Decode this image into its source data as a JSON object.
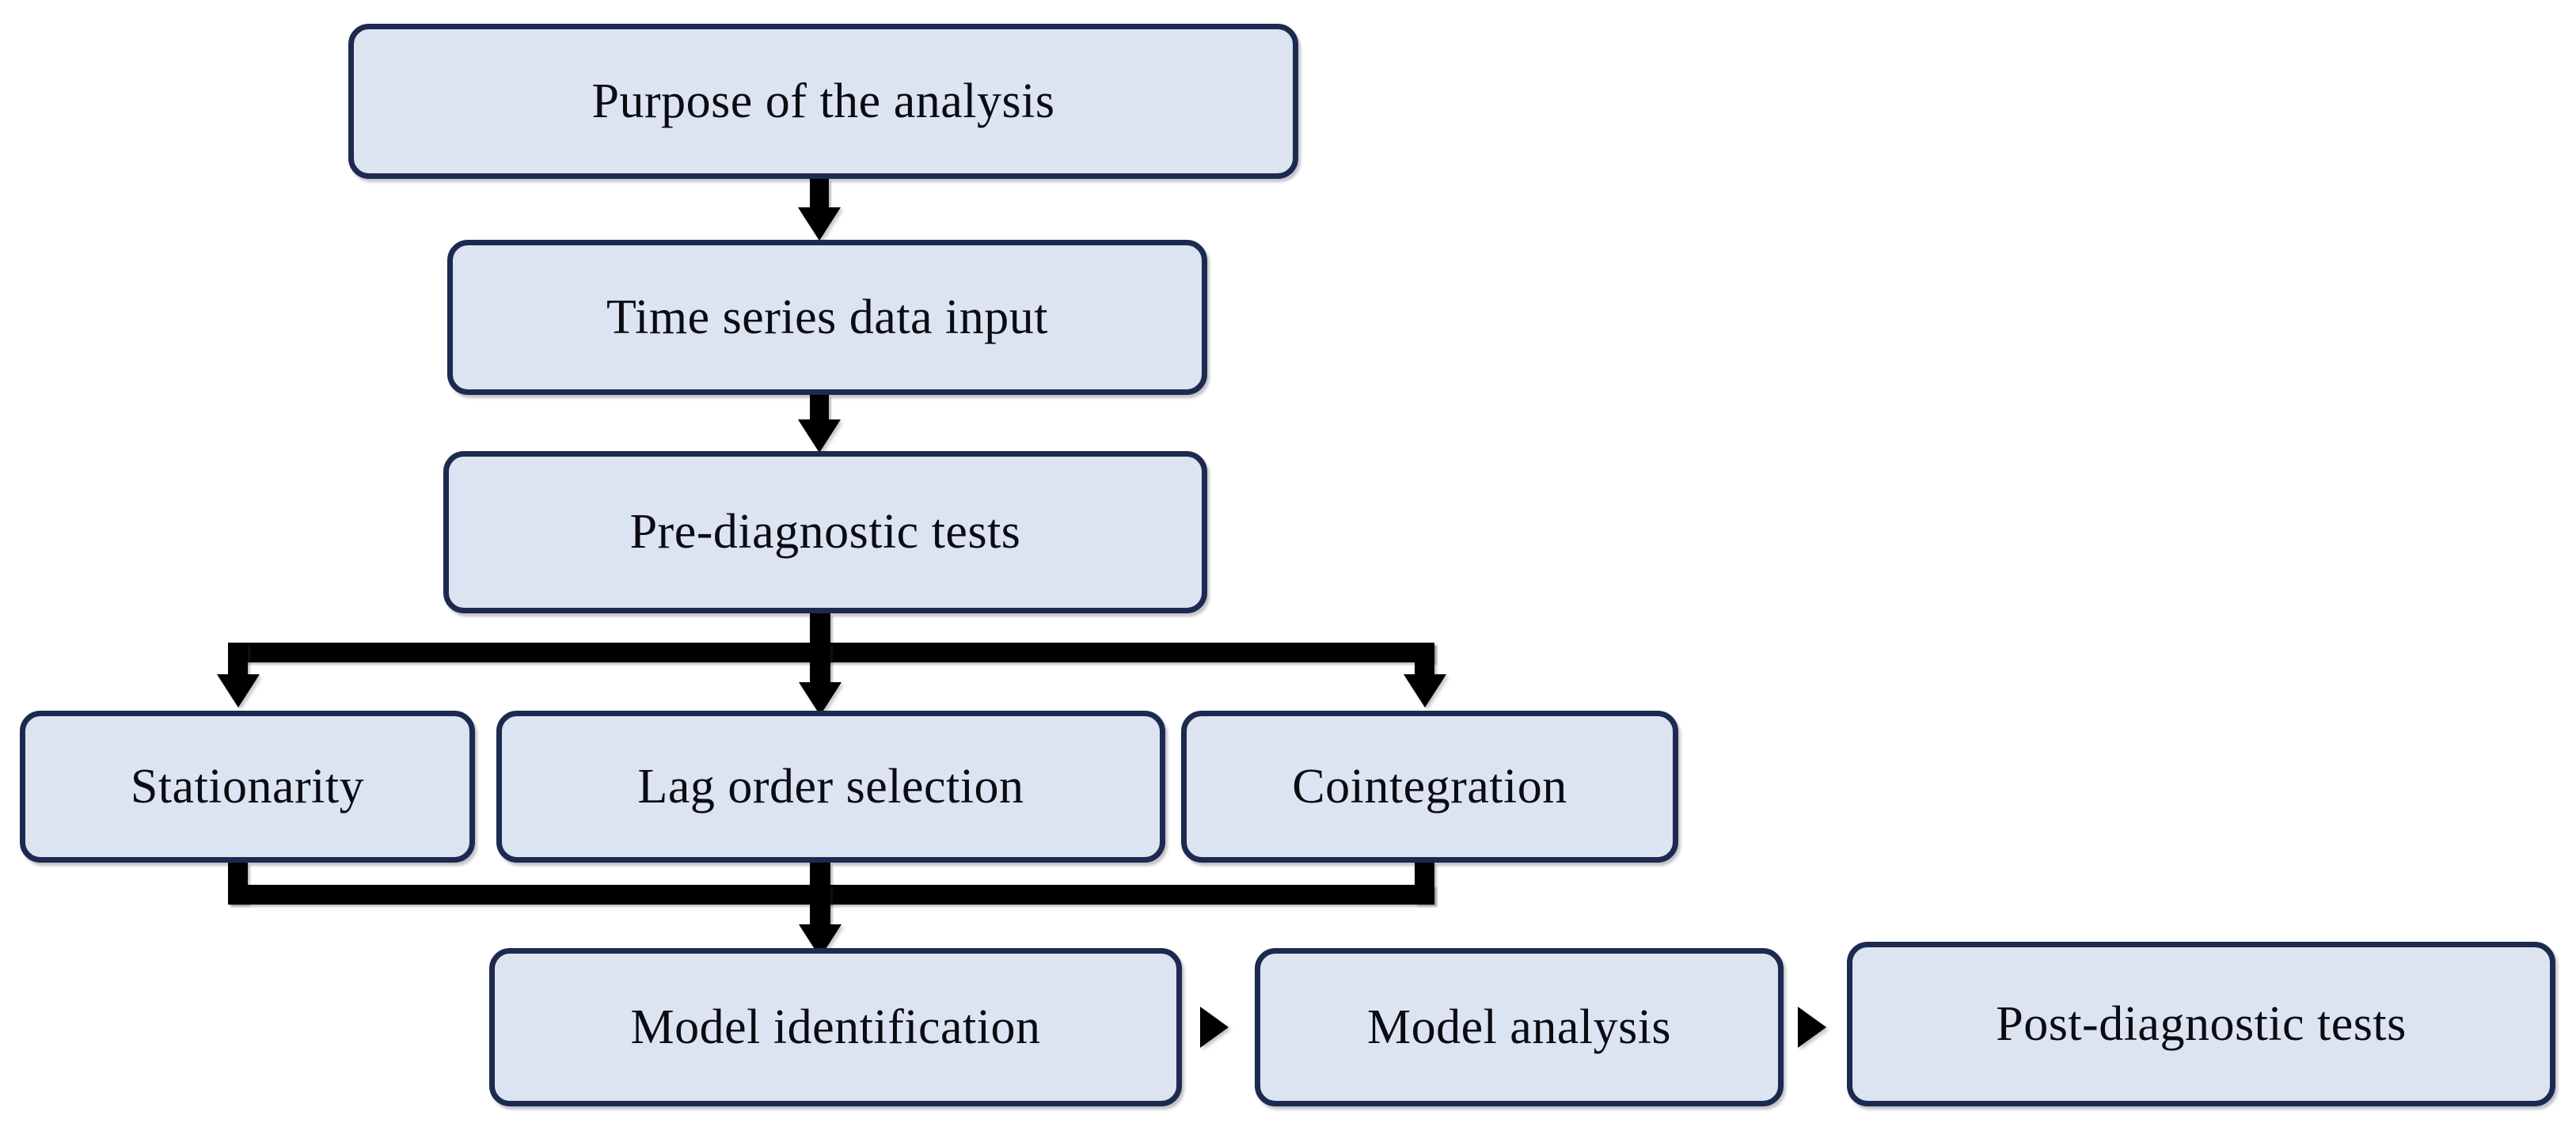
{
  "diagram": {
    "title": "Time series analysis workflow flowchart",
    "colors": {
      "node_fill": "#dce3f1",
      "node_border": "#1d2a50",
      "connector": "#000000",
      "text": "#0b0b12",
      "background": "#ffffff"
    },
    "nodes": [
      {
        "id": "purpose",
        "label": "Purpose of the analysis"
      },
      {
        "id": "data-input",
        "label": "Time series data input"
      },
      {
        "id": "pre-diagnostic",
        "label": "Pre-diagnostic tests"
      },
      {
        "id": "stationarity",
        "label": "Stationarity"
      },
      {
        "id": "lag-order",
        "label": "Lag order selection"
      },
      {
        "id": "cointegration",
        "label": "Cointegration"
      },
      {
        "id": "model-id",
        "label": "Model identification"
      },
      {
        "id": "model-analysis",
        "label": "Model analysis"
      },
      {
        "id": "post-diagnostic",
        "label": "Post-diagnostic tests"
      }
    ],
    "edges": [
      {
        "from": "purpose",
        "to": "data-input",
        "direction": "down"
      },
      {
        "from": "data-input",
        "to": "pre-diagnostic",
        "direction": "down"
      },
      {
        "from": "pre-diagnostic",
        "to": "stationarity",
        "direction": "down-branch-left"
      },
      {
        "from": "pre-diagnostic",
        "to": "lag-order",
        "direction": "down"
      },
      {
        "from": "pre-diagnostic",
        "to": "cointegration",
        "direction": "down-branch-right"
      },
      {
        "from": "stationarity",
        "to": "model-id",
        "direction": "merge-down"
      },
      {
        "from": "lag-order",
        "to": "model-id",
        "direction": "down"
      },
      {
        "from": "cointegration",
        "to": "model-id",
        "direction": "merge-down"
      },
      {
        "from": "model-id",
        "to": "model-analysis",
        "direction": "right"
      },
      {
        "from": "model-analysis",
        "to": "post-diagnostic",
        "direction": "right"
      }
    ]
  }
}
